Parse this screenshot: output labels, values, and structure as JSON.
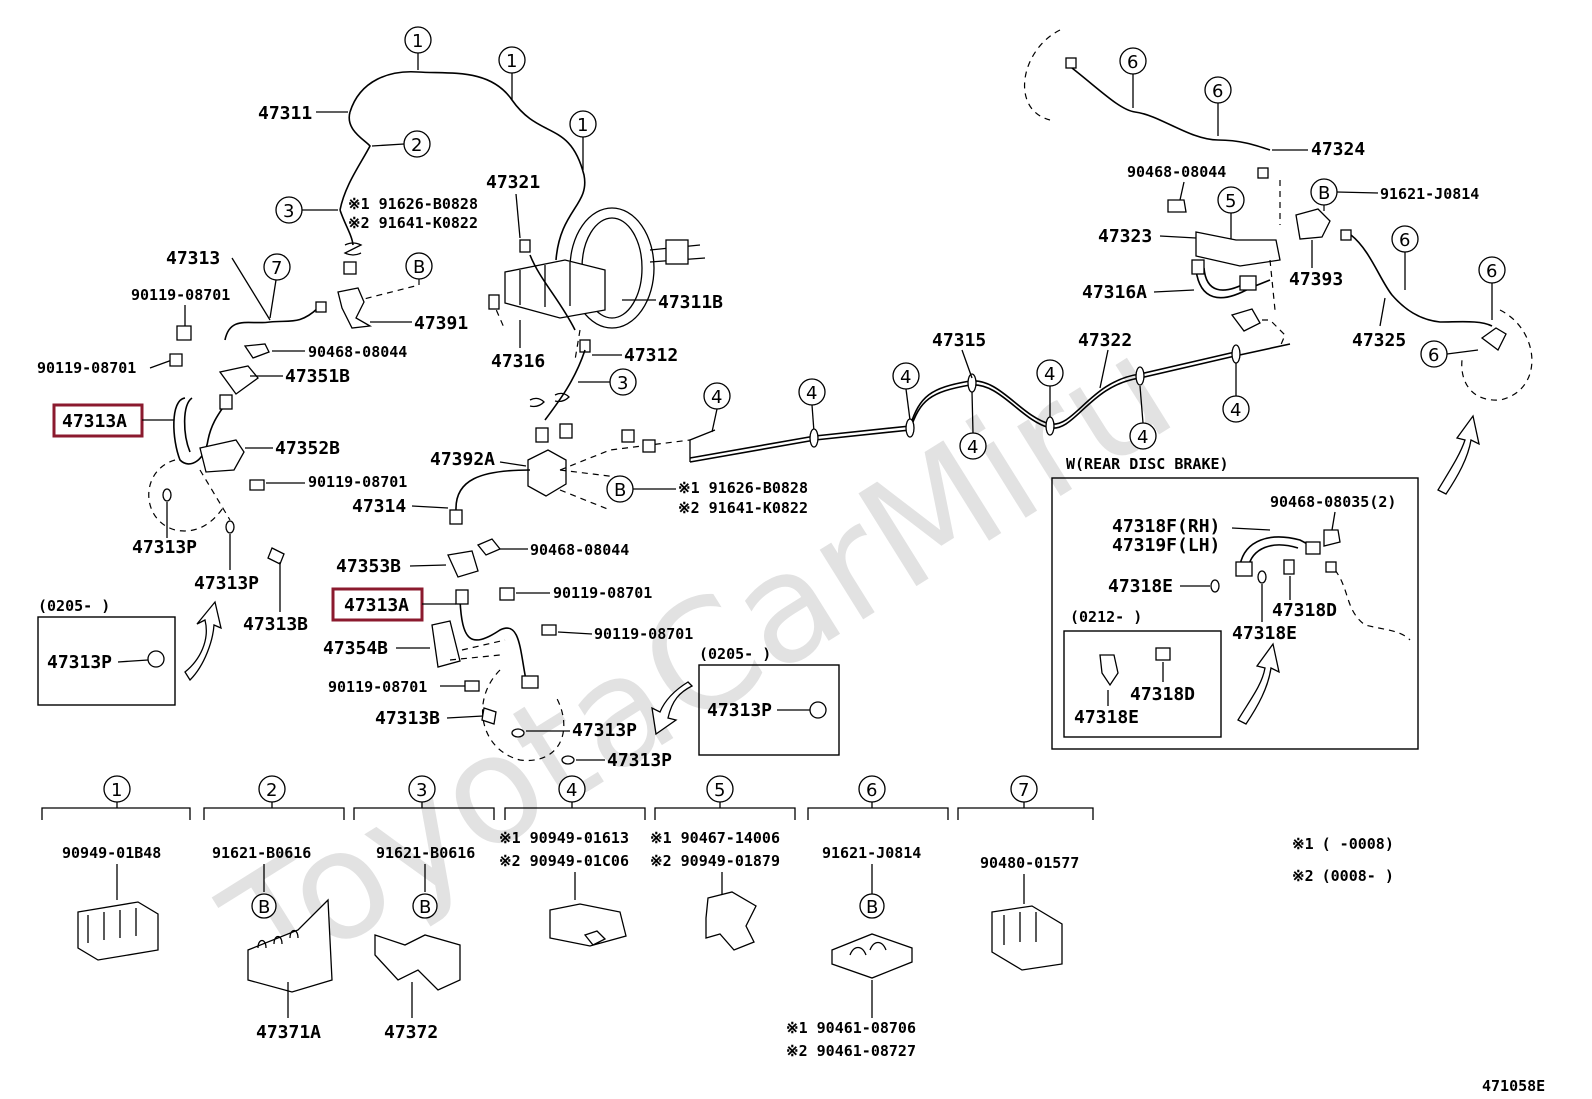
{
  "watermark": "ToyotaCarMiru",
  "figure_number": "471058E",
  "notes": [
    {
      "mark": "※1",
      "range": "( -0008)"
    },
    {
      "mark": "※2",
      "range": "(0008- )"
    }
  ],
  "circle_markers": {
    "c1": "1",
    "c2": "2",
    "c3": "3",
    "c4": "4",
    "c5": "5",
    "c6": "6",
    "c7": "7",
    "cB": "B"
  },
  "labels": {
    "p47311": "47311",
    "p47313": "47313",
    "p90119_a": "90119-08701",
    "p90119_b": "90119-08701",
    "p47313A_1": "47313A",
    "p47313P_1": "47313P",
    "p47313P_2": "47313P",
    "p47313B_1": "47313B",
    "p90119_c": "90119-08701",
    "p47352B": "47352B",
    "p47351B": "47351B",
    "p90468_a": "90468-08044",
    "p47391": "47391",
    "p91626_a": "※1 91626-B0828",
    "p91641_a": "※2 91641-K0822",
    "p47321": "47321",
    "p47311B": "47311B",
    "p47316": "47316",
    "p47312": "47312",
    "p47392A": "47392A",
    "p47314": "47314",
    "p91626_b": "※1 91626-B0828",
    "p91641_b": "※2 91641-K0822",
    "p47353B": "47353B",
    "p90468_b": "90468-08044",
    "p47313A_2": "47313A",
    "p90119_d": "90119-08701",
    "p90119_e": "90119-08701",
    "p47354B": "47354B",
    "p90119_f": "90119-08701",
    "p47313B_2": "47313B",
    "p47313P_3": "47313P",
    "p47313P_4": "47313P",
    "inset1_title": "(0205-      )",
    "inset1_part": "47313P",
    "inset2_title": "(0205-      )",
    "inset2_part": "47313P",
    "p47315": "47315",
    "p47322": "47322",
    "p47324": "47324",
    "p90468_c": "90468-08044",
    "p47323": "47323",
    "p47316A": "47316A",
    "p47393": "47393",
    "p91621_J": "91621-J0814",
    "p47325": "47325",
    "rear_title": "W(REAR DISC BRAKE)",
    "p90468_08035": "90468-08035(2)",
    "p47318F": "47318F(RH)",
    "p47319F": "47319F(LH)",
    "p47318E_1": "47318E",
    "p47318D_1": "47318D",
    "p47318E_2": "47318E",
    "inset3_title": "(0212-      )",
    "p47318D_2": "47318D",
    "p47318E_3": "47318E"
  },
  "clamp_table": [
    {
      "key": "1",
      "parts": [
        "90949-01B48"
      ],
      "bottom": ""
    },
    {
      "key": "2",
      "parts": [
        "91621-B0616"
      ],
      "bottom": "47371A"
    },
    {
      "key": "3",
      "parts": [
        "91621-B0616"
      ],
      "bottom": "47372"
    },
    {
      "key": "4",
      "parts": [
        "※1 90949-01613",
        "※2 90949-01C06"
      ],
      "bottom": ""
    },
    {
      "key": "5",
      "parts": [
        "※1 90467-14006",
        "※2 90949-01879"
      ],
      "bottom": ""
    },
    {
      "key": "6",
      "parts": [
        "91621-J0814"
      ],
      "bottom": "※1 90461-08706",
      "bottom2": "※2 90461-08727"
    },
    {
      "key": "7",
      "parts": [
        "90480-01577"
      ],
      "bottom": ""
    }
  ]
}
